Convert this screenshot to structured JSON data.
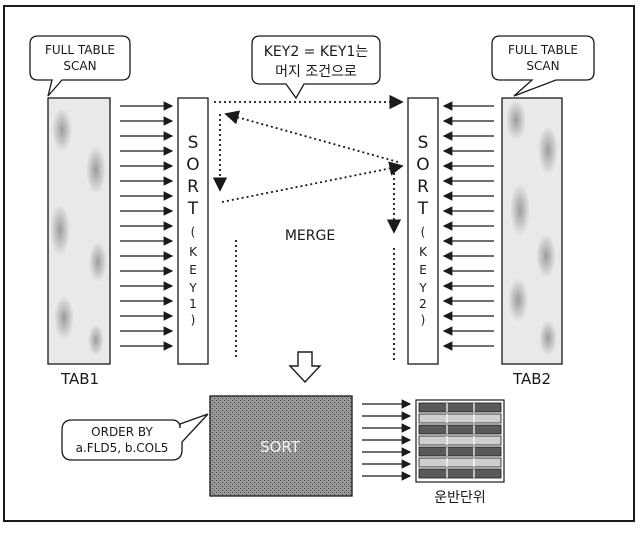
{
  "callouts": {
    "left_scan": [
      "FULL TABLE",
      "SCAN"
    ],
    "right_scan": [
      "FULL TABLE",
      "SCAN"
    ],
    "join_condition": [
      "KEY2 = KEY1는",
      "머지 조건으로"
    ],
    "order_by": [
      "ORDER BY",
      "a.FLD5, b.COL5"
    ]
  },
  "tables": {
    "tab1": "TAB1",
    "tab2": "TAB2"
  },
  "sort_columns": {
    "left": [
      "S",
      "O",
      "R",
      "T",
      "(",
      "K",
      "E",
      "Y",
      "1",
      ")"
    ],
    "right": [
      "S",
      "O",
      "R",
      "T",
      "(",
      "K",
      "E",
      "Y",
      "2",
      ")"
    ]
  },
  "merge_label": "MERGE",
  "final_sort_label": "SORT",
  "result_label": "운반단위",
  "colors": {
    "ink": "#1a1a1a",
    "table_fill": "#e9e9e9",
    "sort_box_fill": "#8c8c8c"
  }
}
